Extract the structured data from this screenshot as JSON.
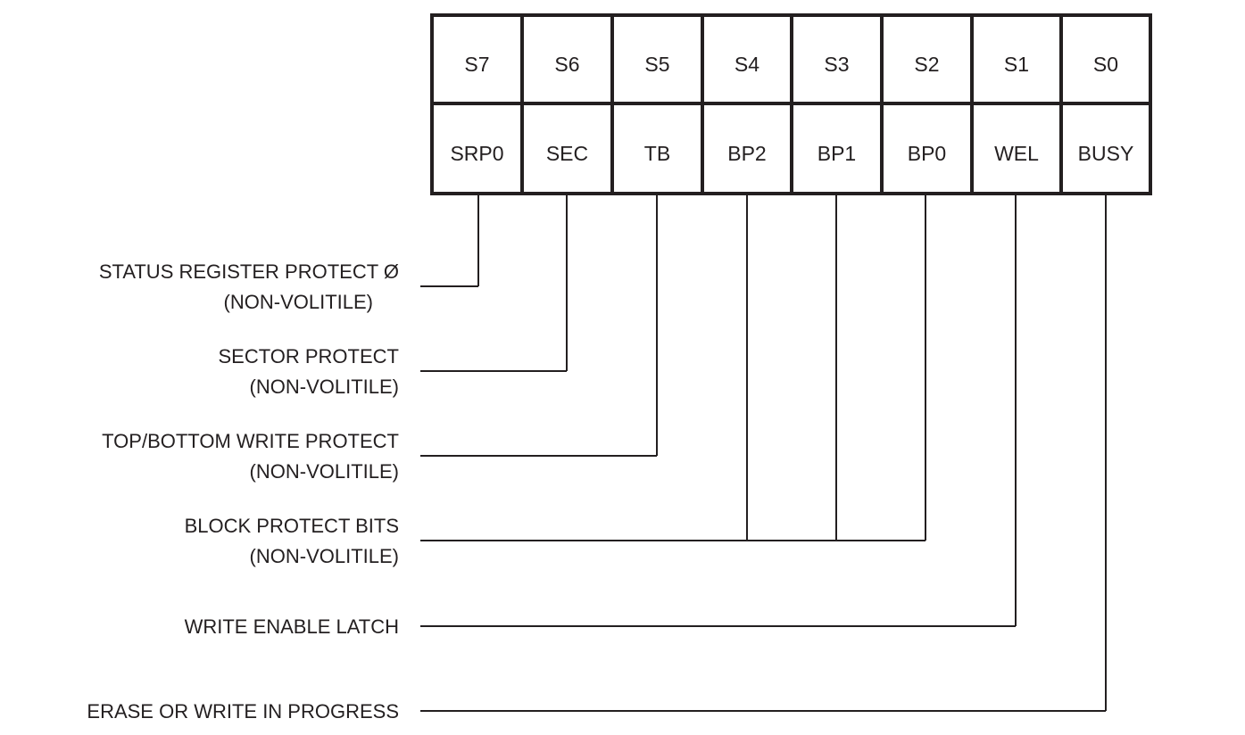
{
  "register": {
    "bit_numbers": [
      "S7",
      "S6",
      "S5",
      "S4",
      "S3",
      "S2",
      "S1",
      "S0"
    ],
    "bit_names": [
      "SRP0",
      "SEC",
      "TB",
      "BP2",
      "BP1",
      "BP0",
      "WEL",
      "BUSY"
    ]
  },
  "descriptions": [
    {
      "lines": [
        "STATUS REGISTER PROTECT Ø",
        "(NON-VOLITILE)"
      ],
      "bits": [
        0
      ]
    },
    {
      "lines": [
        "SECTOR PROTECT",
        "(NON-VOLITILE)"
      ],
      "bits": [
        1
      ]
    },
    {
      "lines": [
        "TOP/BOTTOM WRITE PROTECT",
        "(NON-VOLITILE)"
      ],
      "bits": [
        2
      ]
    },
    {
      "lines": [
        "BLOCK PROTECT BITS",
        "(NON-VOLITILE)"
      ],
      "bits": [
        3,
        4,
        5
      ]
    },
    {
      "lines": [
        "WRITE ENABLE LATCH"
      ],
      "bits": [
        6
      ]
    },
    {
      "lines": [
        "ERASE OR WRITE IN PROGRESS"
      ],
      "bits": [
        7
      ]
    }
  ]
}
